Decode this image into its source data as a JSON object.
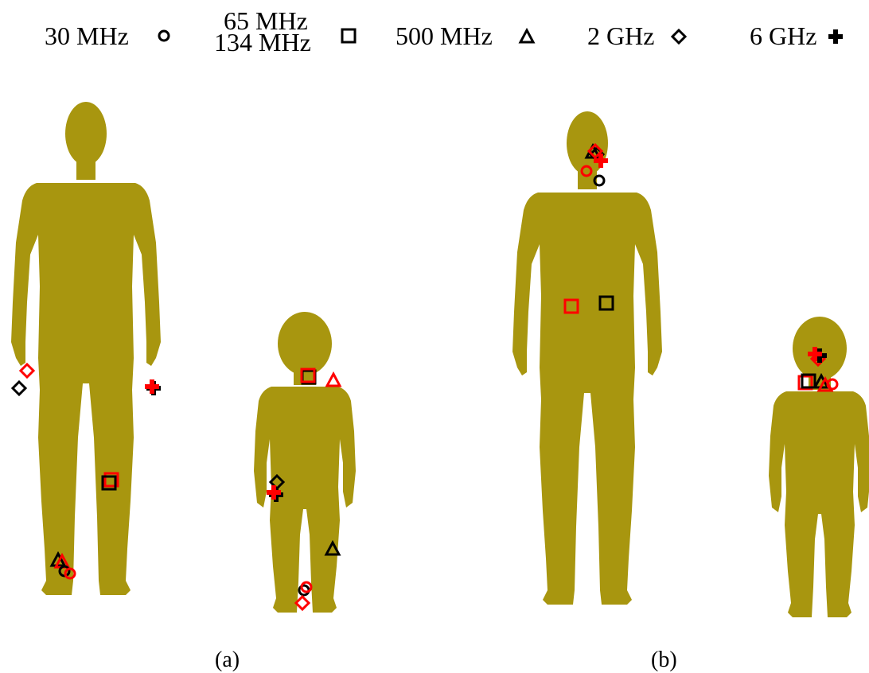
{
  "legend": [
    {
      "label": "30 MHz",
      "marker": "circle-icon"
    },
    {
      "label": "65 MHz",
      "label2": "134 MHz",
      "marker": "square-icon"
    },
    {
      "label": "500 MHz",
      "marker": "triangle-icon"
    },
    {
      "label": "2 GHz",
      "marker": "diamond-icon"
    },
    {
      "label": "6 GHz",
      "marker": "plus-icon"
    }
  ],
  "panels": [
    {
      "caption": "(a)",
      "figures": [
        "adult-figure",
        "child-figure"
      ]
    },
    {
      "caption": "(b)",
      "figures": [
        "adult-figure",
        "child-figure"
      ]
    }
  ],
  "colors": {
    "body": "#A8960F",
    "marker_primary": "#000000",
    "marker_secondary": "#FF0000"
  }
}
